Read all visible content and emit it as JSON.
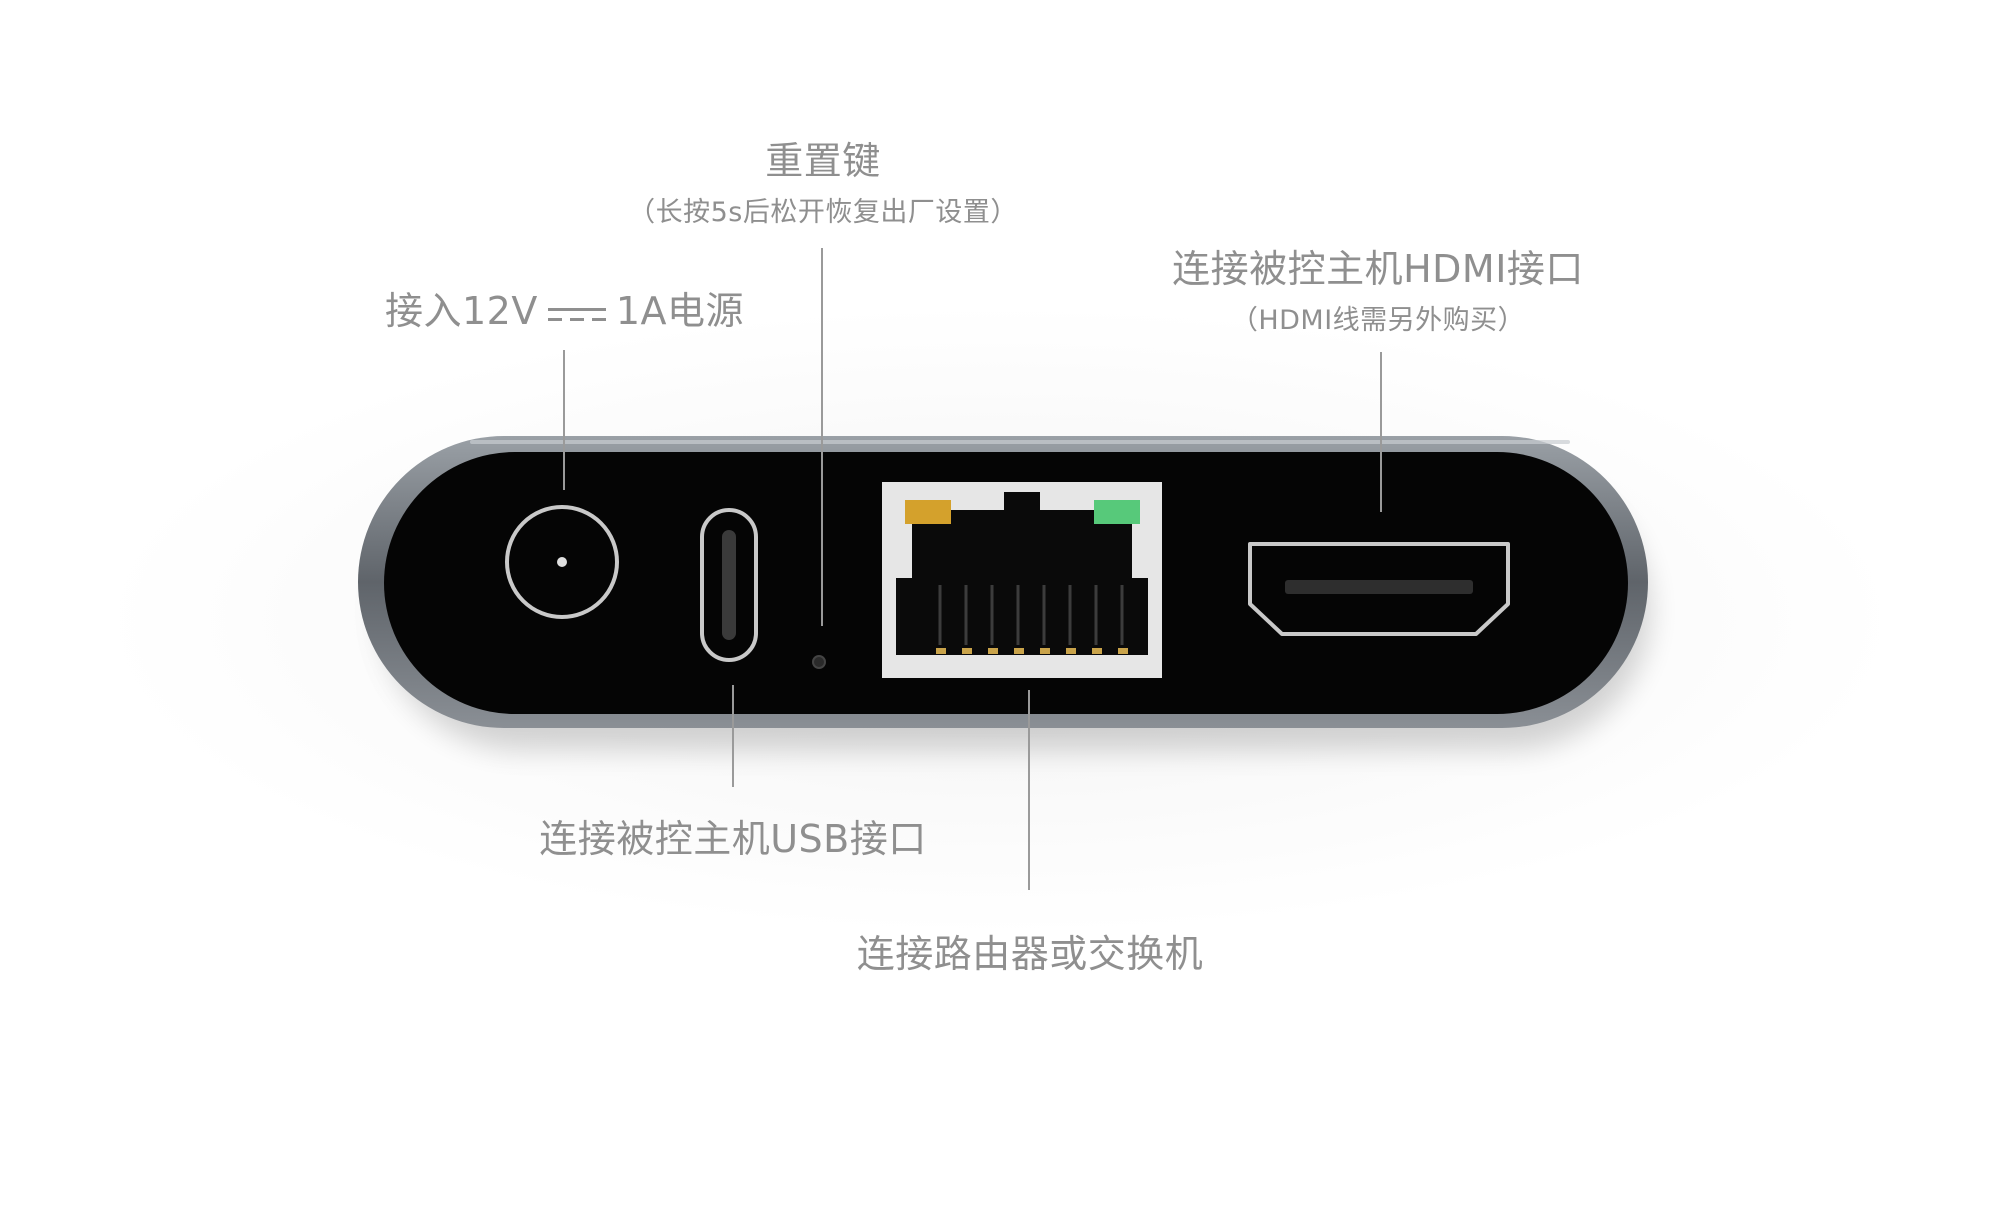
{
  "callouts": {
    "reset": {
      "title": "重置键",
      "note": "（长按5s后松开恢复出厂设置）"
    },
    "power": {
      "prefix": "接入12V",
      "suffix": "1A电源"
    },
    "hdmi": {
      "title": "连接被控主机HDMI接口",
      "note": "（HDMI线需另外购买）"
    },
    "usb": {
      "title": "连接被控主机USB接口"
    },
    "ethernet": {
      "title": "连接路由器或交换机"
    }
  },
  "colors": {
    "label_text": "#8f8f8f",
    "device_body": "#050505",
    "device_rim": "#6d7278",
    "port_outline": "#c9c9c9",
    "rj45_frame": "#e6e6e6",
    "led_left": "#d4a12c",
    "led_right": "#57c97a"
  },
  "icons": {
    "dc_jack": "power-jack-icon",
    "usb_c": "usb-c-port-icon",
    "reset_hole": "reset-pinhole-icon",
    "ethernet": "rj45-port-icon",
    "hdmi": "hdmi-port-icon",
    "dc_symbol": "dc-voltage-symbol-icon"
  }
}
